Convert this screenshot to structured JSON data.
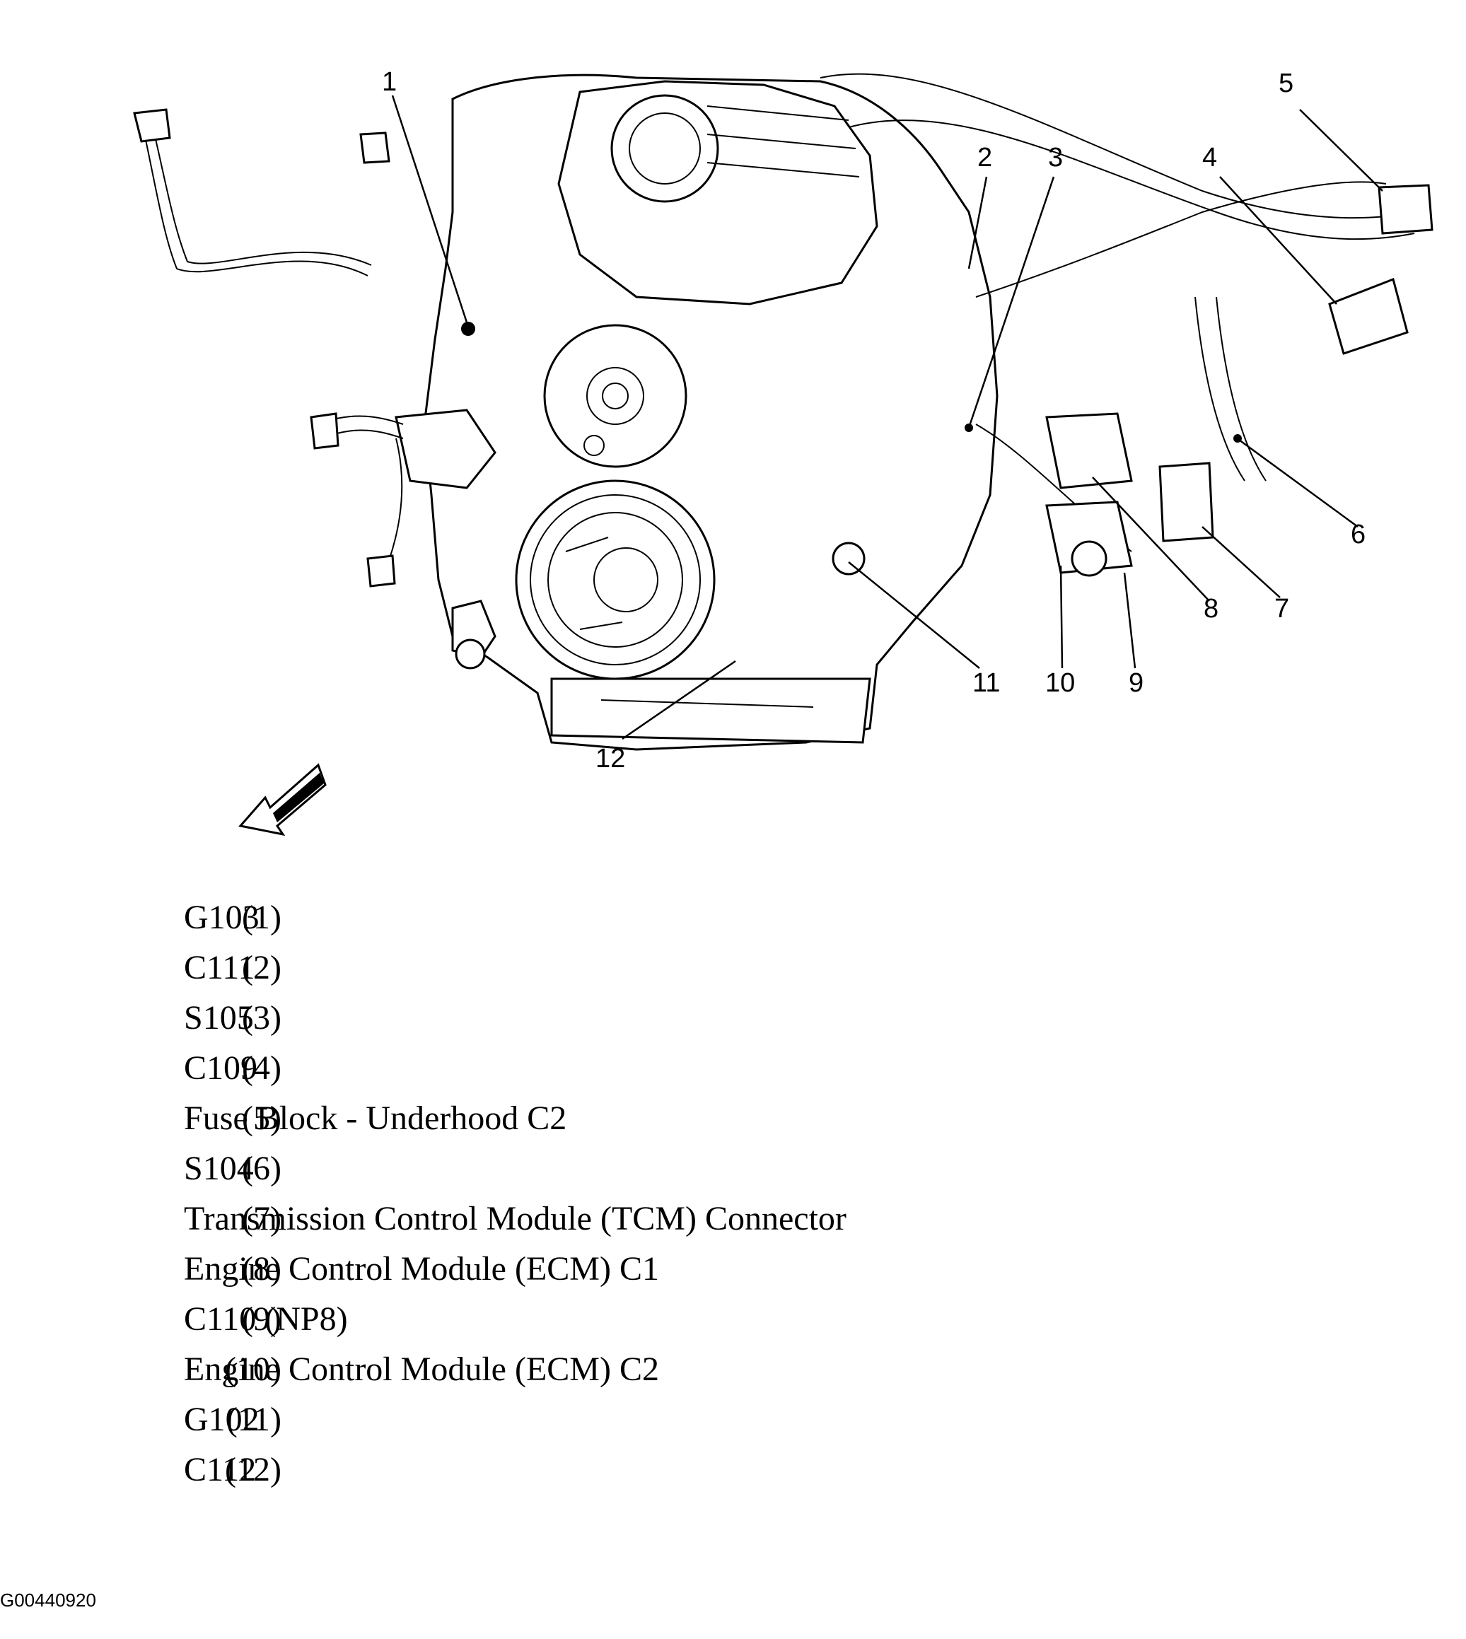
{
  "callouts": [
    "1",
    "2",
    "3",
    "4",
    "5",
    "6",
    "7",
    "8",
    "9",
    "10",
    "11",
    "12"
  ],
  "legend": [
    {
      "key": "(1)",
      "text": "G103"
    },
    {
      "key": "(2)",
      "text": "C111"
    },
    {
      "key": "(3)",
      "text": "S105"
    },
    {
      "key": "(4)",
      "text": "C109"
    },
    {
      "key": "(5)",
      "text": "Fuse Block - Underhood C2"
    },
    {
      "key": "(6)",
      "text": "S104"
    },
    {
      "key": "(7)",
      "text": "Transmission Control Module (TCM) Connector"
    },
    {
      "key": "(8)",
      "text": "Engine Control Module (ECM) C1"
    },
    {
      "key": "(9)",
      "text": "C110 (NP8)"
    },
    {
      "key": "(10)",
      "text": "Engine Control Module (ECM) C2"
    },
    {
      "key": "(11)",
      "text": "G102"
    },
    {
      "key": "(12)",
      "text": "C112"
    }
  ],
  "figure_id": "G00440920",
  "icons": {
    "direction_arrow": "front-direction-arrow-icon"
  }
}
